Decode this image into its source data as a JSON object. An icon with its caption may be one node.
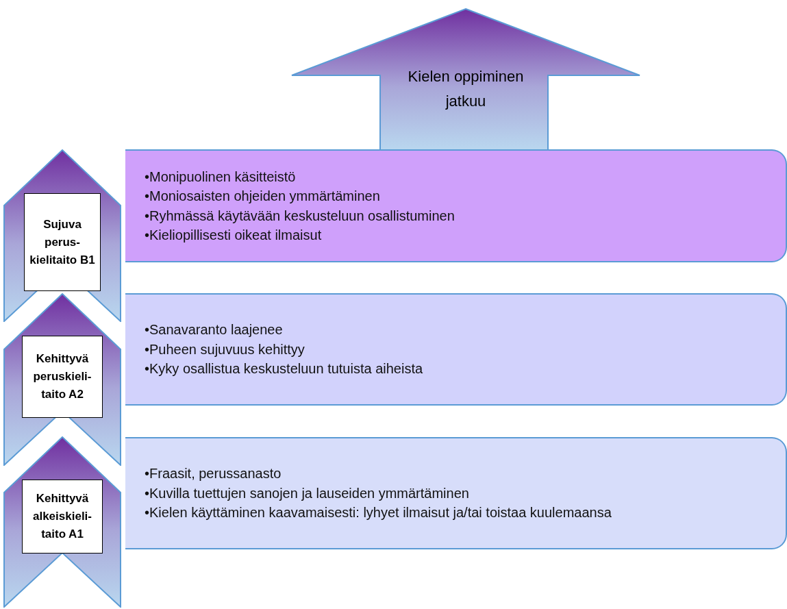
{
  "diagram": {
    "nodes": [
      {
        "text": [
          "Kielen oppiminen jatkuu"
        ]
      },
      {
        "text": [],
        "shape": "arrow"
      },
      {
        "text": [
          "Sujuva perus- kielitaito B1"
        ],
        "in": 1
      },
      {
        "text": [
          "•Monipuolinen käsitteistö",
          "•Moniosaisten ohjeiden ymmärtäminen",
          "•Ryhmässä käytävään keskusteluun osallistuminen",
          "•Kieliopillisesti oikeat ilmaisut"
        ]
      },
      {
        "text": [],
        "shape": "arrow"
      },
      {
        "text": [
          "Kehittyvä peruskieli- taito A2"
        ],
        "in": 4
      },
      {
        "text": [
          "•Sanavaranto laajenee",
          "•Puheen sujuvuus kehittyy",
          "•Kyky osallistua keskusteluun tutuista aiheista"
        ]
      },
      {
        "text": [],
        "shape": "arrow"
      },
      {
        "text": [
          "Kehittyvä alkeiskieli- taito A1"
        ],
        "in": 7
      },
      {
        "text": [
          "•Fraasit, perussanasto",
          "•Kuvilla tuettujen sanojen ja lauseiden ymmärtäminen",
          "•Kielen käyttäminen kaavamaisesti: lyhyet ilmaisut ja/tai toistaa kuulemaansa"
        ]
      }
    ],
    "edges": []
  }
}
